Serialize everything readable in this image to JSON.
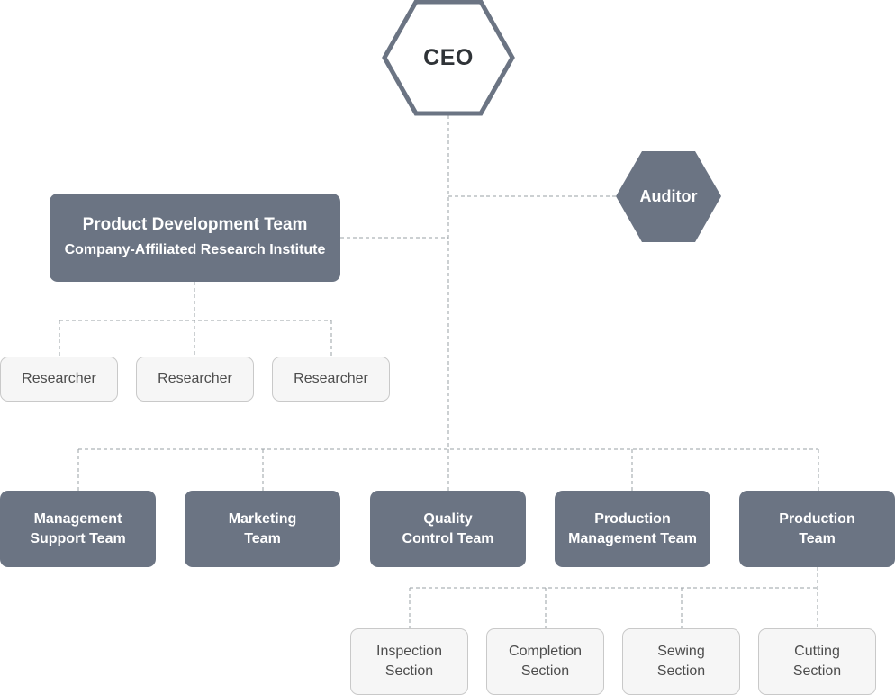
{
  "ceo": {
    "label": "CEO"
  },
  "auditor": {
    "label": "Auditor"
  },
  "product_development": {
    "title": "Product Development Team",
    "subtitle": "Company-Affiliated Research Institute"
  },
  "researchers": [
    {
      "label": "Researcher"
    },
    {
      "label": "Researcher"
    },
    {
      "label": "Researcher"
    }
  ],
  "teams": [
    {
      "line1": "Management",
      "line2": "Support Team"
    },
    {
      "line1": "Marketing",
      "line2": "Team"
    },
    {
      "line1": "Quality",
      "line2": "Control Team"
    },
    {
      "line1": "Production",
      "line2": "Management Team"
    },
    {
      "line1": "Production",
      "line2": "Team"
    }
  ],
  "sections": [
    {
      "line1": "Inspection",
      "line2": "Section"
    },
    {
      "line1": "Completion",
      "line2": "Section"
    },
    {
      "line1": "Sewing",
      "line2": "Section"
    },
    {
      "line1": "Cutting",
      "line2": "Section"
    }
  ],
  "colors": {
    "box_fill": "#6b7483",
    "ceo_outline": "#6b7483",
    "light_box_fill": "#f6f6f6",
    "light_box_border": "#c9c9c9",
    "connector": "#9aa0a6"
  }
}
